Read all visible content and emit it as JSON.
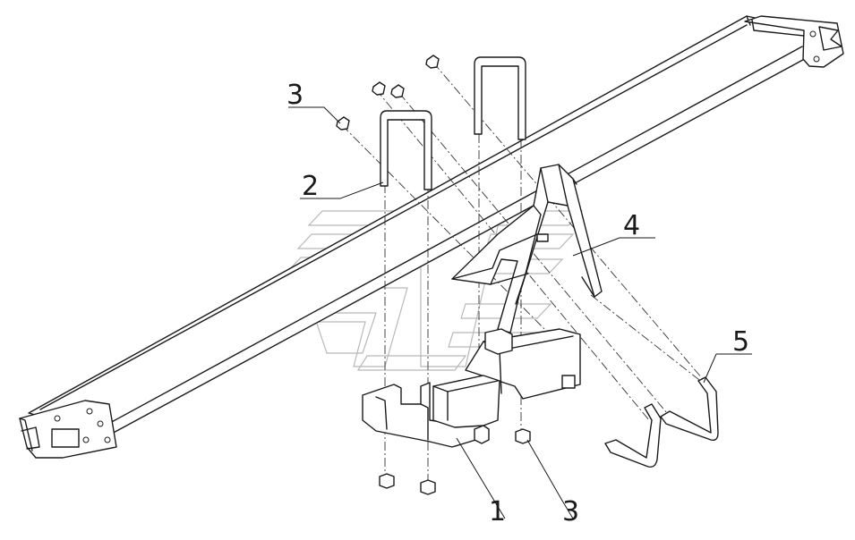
{
  "callouts": {
    "c1": "1",
    "c2": "2",
    "c3a": "3",
    "c3b": "3",
    "c4": "4",
    "c5": "5"
  },
  "colors": {
    "line": "#1a1a1a",
    "watermark": "#b8b8b8",
    "background": "#ffffff"
  }
}
